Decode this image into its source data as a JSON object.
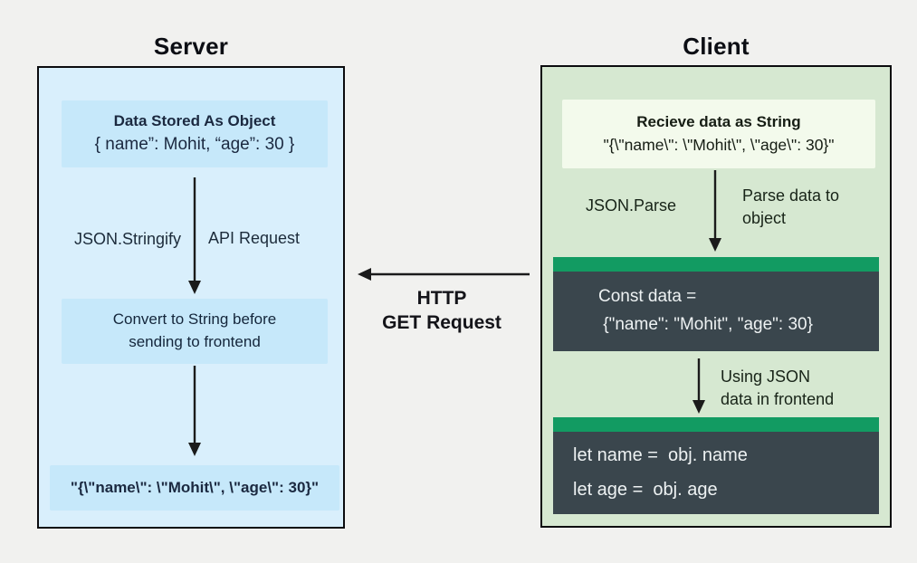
{
  "page": {
    "background": "#f1f1ef"
  },
  "server": {
    "title": "Server",
    "colors": {
      "panel_bg": "#d9effc",
      "inner_bg": "#c6e8fa",
      "text": "#1b2940",
      "border": "#0b0b0e"
    },
    "object_box": {
      "heading": "Data Stored As Object",
      "value": "{ name”: Mohit, “age”: 30 }"
    },
    "stringify_label": "JSON.Stringify",
    "api_request_label": "API Request",
    "convert_box": {
      "line1": "Convert to String before",
      "line2": "sending to frontend"
    },
    "string_output": "\"{\\\"name\\\": \\\"Mohit\\\", \\\"age\\\": 30}\""
  },
  "transfer_arrow": {
    "label_line1": "HTTP",
    "label_line2": "GET Request"
  },
  "client": {
    "title": "Client",
    "colors": {
      "panel_bg": "#d6e8d1",
      "receive_bg": "#f3faec",
      "accent_green": "#129b62",
      "code_bg": "#3a464d",
      "code_text": "#eef2f3"
    },
    "receive_box": {
      "heading": "Recieve data as String",
      "value": "\"{\\\"name\\\": \\\"Mohit\\\", \\\"age\\\": 30}\""
    },
    "parse_label": "JSON.Parse",
    "parse_note": {
      "line1": "Parse data to",
      "line2": "object"
    },
    "code_block_1": {
      "line1": "Const data =",
      "line2": " {\"name\": \"Mohit\", \"age\": 30}"
    },
    "using_note": {
      "line1": "Using JSON",
      "line2": "data in frontend"
    },
    "code_block_2": {
      "line1": "let name =  obj. name",
      "line2": "let age =  obj. age"
    }
  }
}
